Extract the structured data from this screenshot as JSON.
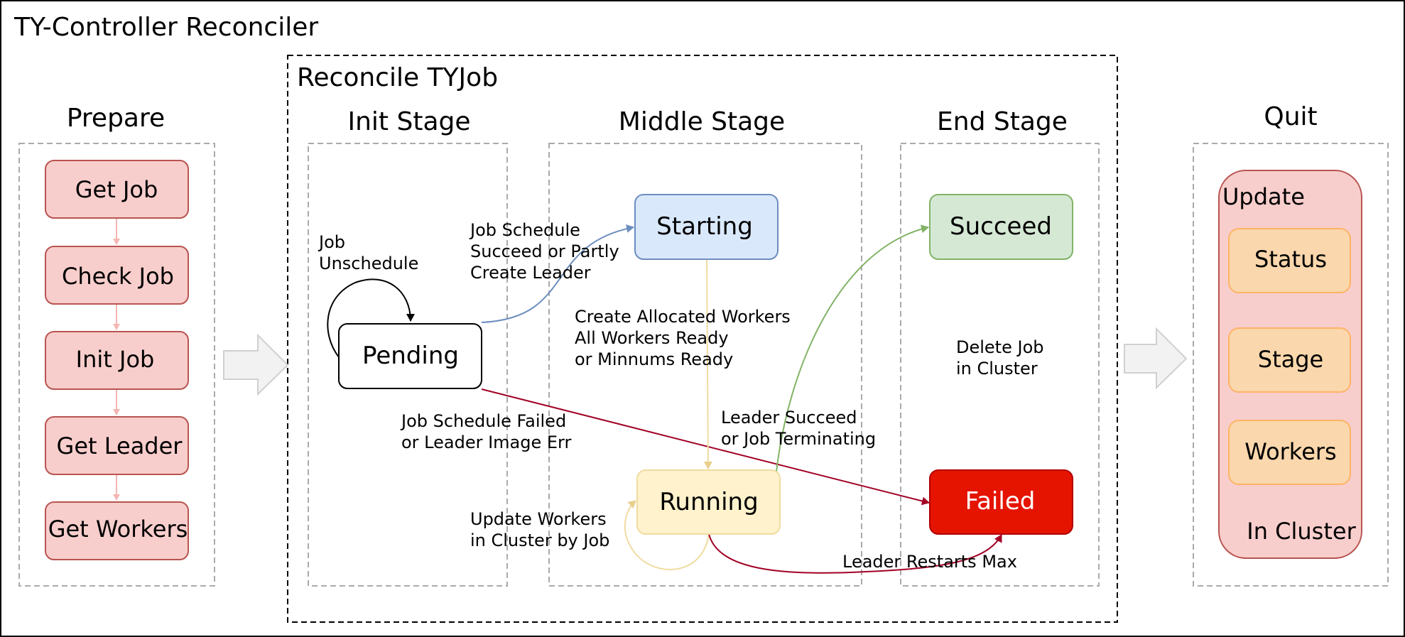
{
  "title": "TY-Controller Reconciler",
  "reconcile_title": "Reconcile TYJob",
  "sections": {
    "prepare": "Prepare",
    "init": "Init Stage",
    "middle": "Middle Stage",
    "end": "End Stage",
    "quit": "Quit"
  },
  "prepare_steps": [
    "Get Job",
    "Check Job",
    "Init Job",
    "Get Leader",
    "Get Workers"
  ],
  "states": {
    "pending": "Pending",
    "starting": "Starting",
    "running": "Running",
    "succeed": "Succeed",
    "failed": "Failed"
  },
  "transitions": {
    "job_unschedule": [
      "Job",
      "Unschedule"
    ],
    "schedule_succeed": [
      "Job Schedule",
      "Succeed or Partly",
      "Create Leader"
    ],
    "create_workers": [
      "Create Allocated Workers",
      "All Workers Ready",
      "or Minnums Ready"
    ],
    "schedule_failed": [
      "Job Schedule Failed",
      "or Leader Image Err"
    ],
    "leader_succeed": [
      "Leader Succeed",
      "or Job Terminating"
    ],
    "update_workers": [
      "Update Workers",
      "in Cluster by Job"
    ],
    "leader_restarts": "Leader Restarts Max",
    "delete_job": [
      "Delete Job",
      "in Cluster"
    ]
  },
  "quit_panel": {
    "title": "Update",
    "items": [
      "Status",
      "Stage",
      "Workers"
    ],
    "footer": "In Cluster"
  },
  "colors": {
    "prepare_fill": "#f8cecc",
    "prepare_stroke": "#b85450",
    "starting_fill": "#dae8fc",
    "starting_stroke": "#6c8ebf",
    "running_fill": "#fff2cc",
    "running_stroke": "#d6b656",
    "succeed_fill": "#d5e8d4",
    "succeed_stroke": "#82b366",
    "failed_fill": "#e51400",
    "failed_stroke": "#b20000",
    "quit_item_fill": "#fad7ac",
    "quit_item_stroke": "#ffb366",
    "red_arrow": "#a20025",
    "blue_arrow": "#6c8ebf",
    "green_arrow": "#82b366",
    "yellow_arrow": "#f0dca0"
  }
}
